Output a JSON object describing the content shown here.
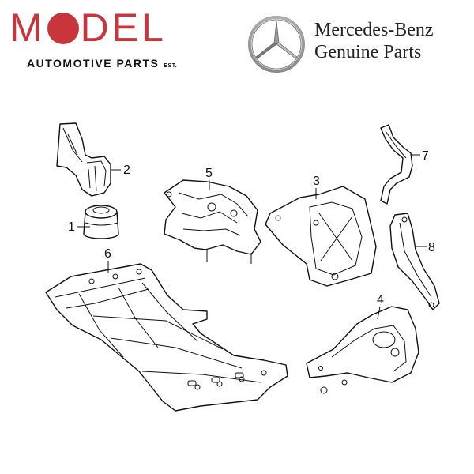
{
  "brand": {
    "word_left": "M",
    "word_right": "DEL",
    "subtitle": "AUTOMOTIVE PARTS",
    "est": "EST.",
    "color": "#c8363c"
  },
  "oem": {
    "name": "Mercedes-Benz",
    "subtitle": "Genuine Parts",
    "logo_icon": "three-pointed-star-icon"
  },
  "callouts": [
    {
      "label": "1"
    },
    {
      "label": "2"
    },
    {
      "label": "3"
    },
    {
      "label": "4"
    },
    {
      "label": "5"
    },
    {
      "label": "6"
    },
    {
      "label": "7"
    },
    {
      "label": "8"
    }
  ]
}
